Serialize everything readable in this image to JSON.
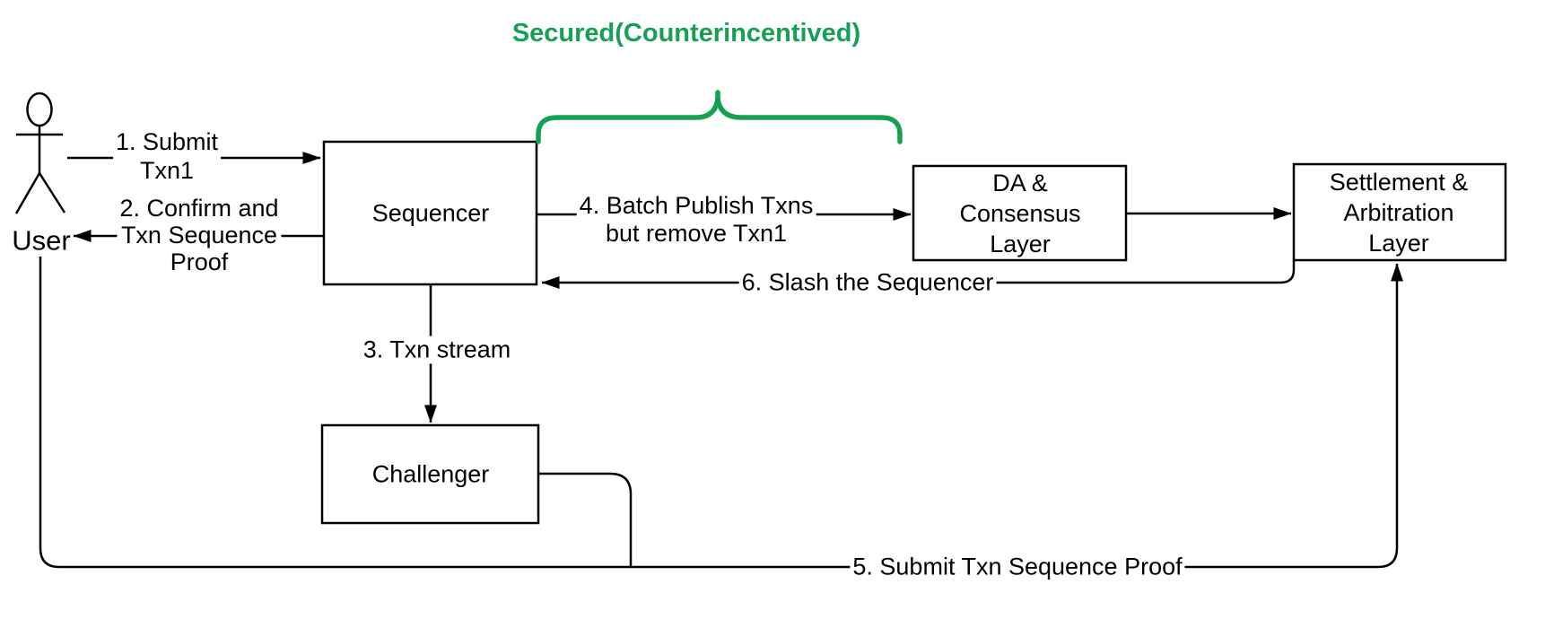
{
  "diagram": {
    "annotation": {
      "title": "Secured(Counterincentived)",
      "color": "#16A055"
    },
    "actor": {
      "label": "User"
    },
    "nodes": {
      "sequencer": {
        "label": "Sequencer"
      },
      "challenger": {
        "label": "Challenger"
      },
      "da_consensus": {
        "lines": [
          "DA &",
          "Consensus",
          "Layer"
        ]
      },
      "settlement": {
        "lines": [
          "Settlement &",
          "Arbitration",
          "Layer"
        ]
      }
    },
    "edges": {
      "submit_txn": {
        "lines": [
          "1. Submit",
          "Txn1"
        ]
      },
      "confirm": {
        "lines": [
          "2. Confirm and",
          "Txn Sequence",
          "Proof"
        ]
      },
      "txn_stream": {
        "label": "3. Txn stream"
      },
      "batch_publish": {
        "lines": [
          "4. Batch Publish Txns",
          "but remove Txn1"
        ]
      },
      "submit_proof": {
        "label": "5. Submit Txn Sequence Proof"
      },
      "slash": {
        "label": "6. Slash the Sequencer"
      }
    },
    "colors": {
      "stroke": "#000000",
      "background": "#FFFFFF",
      "secured_green": "#16A055"
    }
  }
}
